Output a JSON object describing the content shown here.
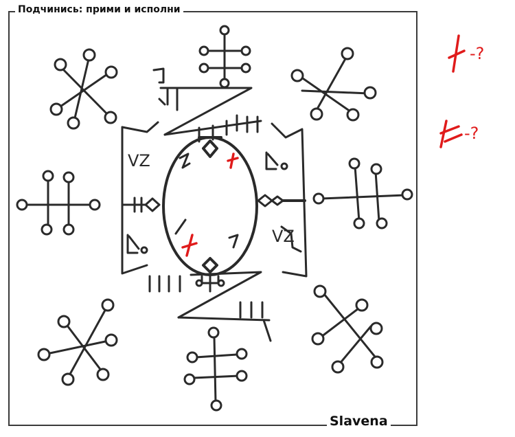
{
  "title": "Подчинись: прими и исполни",
  "signature": "Slavena",
  "glyph_labels": {
    "left_top": "VZ",
    "right_bottom": "VZ",
    "question": "-?"
  },
  "colors": {
    "ink": "#2a2a2a",
    "accent": "#e01b1b",
    "frame": "#3a3a3a"
  },
  "icons": [
    "circle-cross-sigil",
    "diagonal-sigil",
    "oval-glyph",
    "rune-mark"
  ]
}
